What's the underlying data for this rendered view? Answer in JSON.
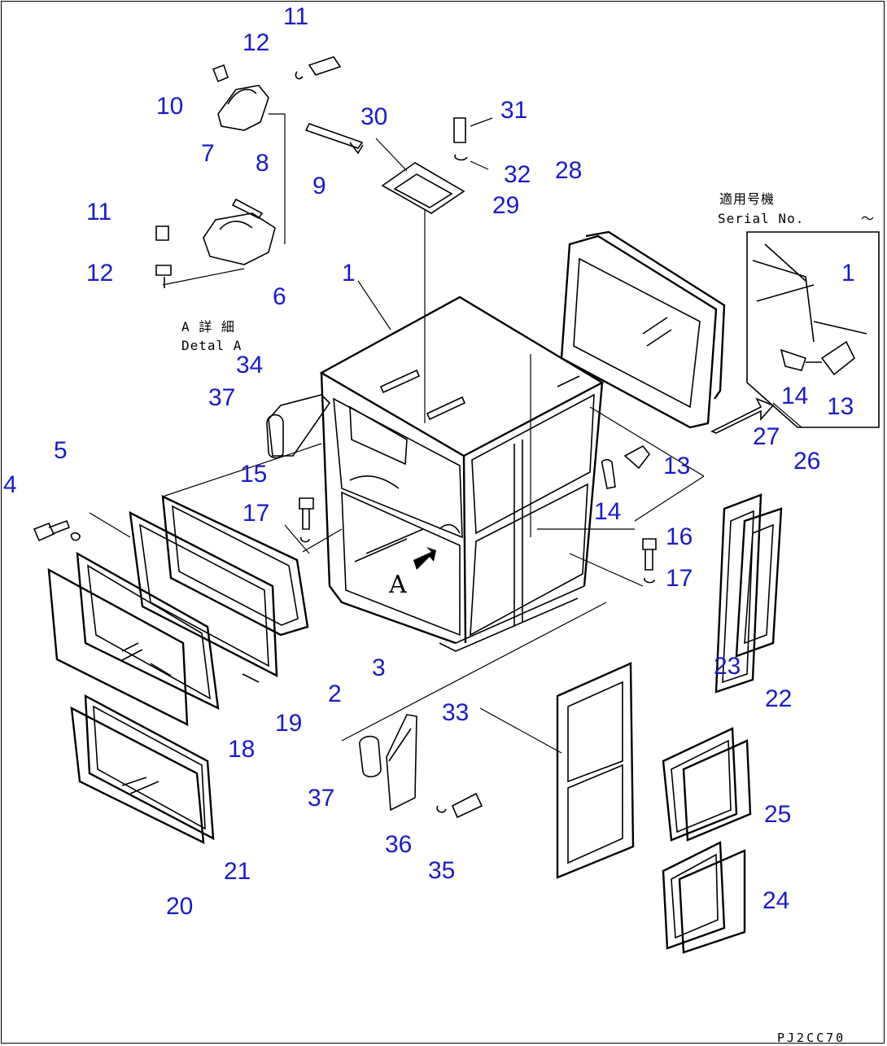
{
  "drawing": {
    "part_code": "PJ2CC70",
    "serial_label_jp": "適用号機",
    "serial_label": "Serial No.",
    "serial_range": "～",
    "detail_label_jp": "A 詳 細",
    "detail_label": "Detal A",
    "view_marker": "A"
  },
  "callouts": [
    "1",
    "2",
    "3",
    "4",
    "5",
    "6",
    "7",
    "8",
    "9",
    "10",
    "11",
    "11",
    "12",
    "12",
    "13",
    "13",
    "14",
    "14",
    "15",
    "16",
    "17",
    "17",
    "18",
    "19",
    "20",
    "21",
    "22",
    "23",
    "24",
    "25",
    "26",
    "27",
    "28",
    "29",
    "30",
    "31",
    "32",
    "33",
    "34",
    "35",
    "36",
    "37",
    "37",
    "1"
  ],
  "colors": {
    "callout": "#1a1acc",
    "line": "#000000",
    "background": "#ffffff"
  }
}
